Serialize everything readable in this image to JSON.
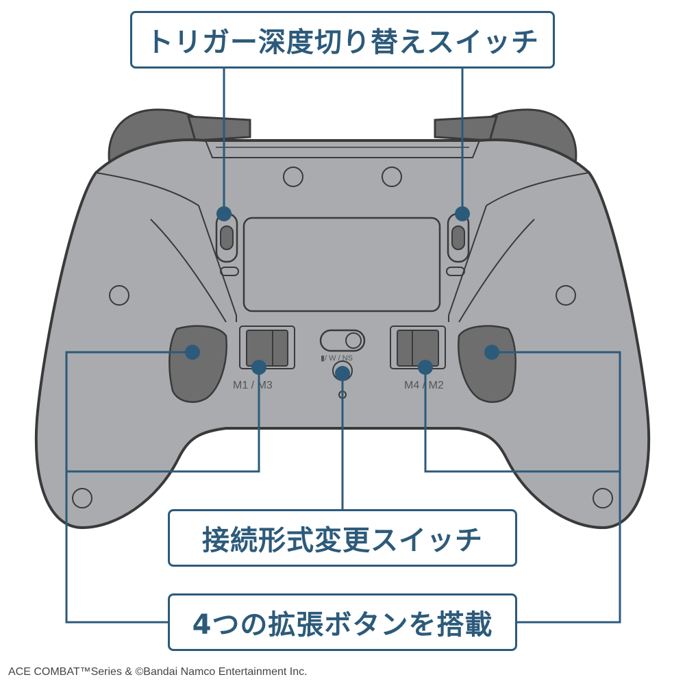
{
  "callouts": {
    "trigger_switch": "トリガー深度切り替えスイッチ",
    "connection_switch": "接続形式変更スイッチ",
    "extension_buttons": "4つの拡張ボタンを搭載"
  },
  "controller": {
    "left_button_pair_label": "M1 / M3",
    "right_button_pair_label": "M4 / M2",
    "mode_switch_label": "▮/ W / NS"
  },
  "copyright": "ACE COMBAT™Series & ©Bandai Namco Entertainment Inc.",
  "colors": {
    "callout": "#2c5a7a",
    "body": "#a9abaf",
    "dark_parts": "#6e6e6e",
    "outline": "#3a3a3a"
  }
}
